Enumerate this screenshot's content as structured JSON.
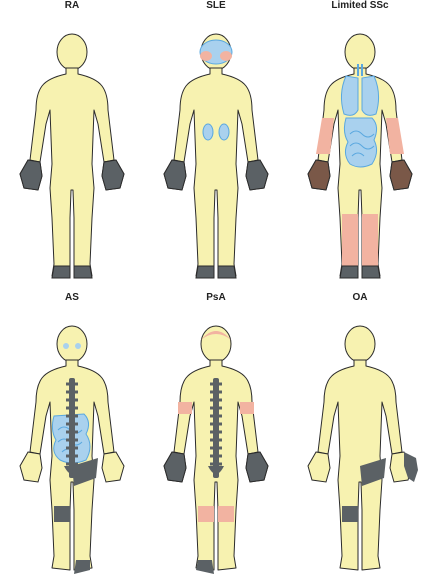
{
  "panels": [
    {
      "label": "RA",
      "highlights": [
        "hands",
        "feet"
      ]
    },
    {
      "label": "SLE",
      "highlights": [
        "hands",
        "feet",
        "brain",
        "kidneys"
      ]
    },
    {
      "label": "Limited SSc",
      "highlights": [
        "hands",
        "lungs",
        "digestive-tract",
        "forearms",
        "lower-legs"
      ]
    },
    {
      "label": "AS",
      "highlights": [
        "eyes",
        "spine",
        "digestive-tract",
        "hip",
        "knee",
        "foot"
      ]
    },
    {
      "label": "PsA",
      "highlights": [
        "scalp",
        "spine",
        "elbows",
        "knees",
        "hands",
        "foot"
      ]
    },
    {
      "label": "OA",
      "highlights": [
        "hip",
        "knee",
        "hand"
      ]
    }
  ],
  "colors": {
    "body": "#f7f2b0",
    "outline": "#2b2b2b",
    "joint": "#5b6165",
    "organ": "#a9d1ee",
    "organ_stroke": "#5aa8df",
    "skin": "#f2b3a1",
    "ssc_hand": "#7a5848"
  }
}
